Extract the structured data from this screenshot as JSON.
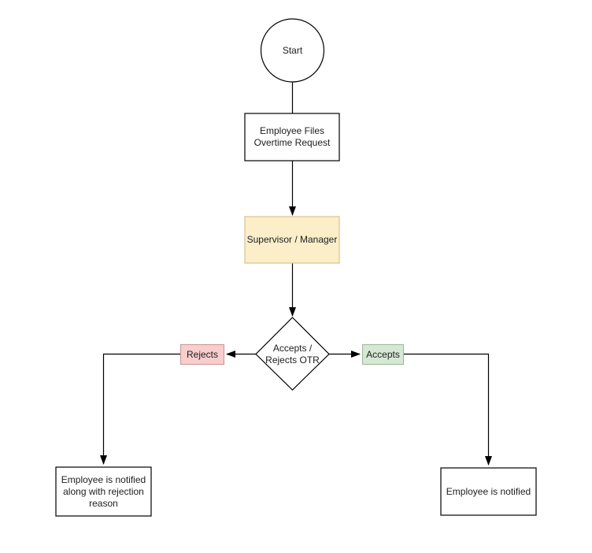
{
  "flowchart": {
    "nodes": {
      "start": {
        "label": "Start",
        "shape": "circle"
      },
      "file_request": {
        "label": "Employee Files Overtime Request",
        "shape": "rectangle"
      },
      "supervisor": {
        "label": "Supervisor / Manager",
        "shape": "rectangle"
      },
      "decision": {
        "label": "Accepts / Rejects OTR",
        "shape": "diamond"
      },
      "rejected_notice": {
        "label": "Employee is notified along with rejection reason",
        "shape": "rectangle"
      },
      "accepted_notice": {
        "label": "Employee is notified",
        "shape": "rectangle"
      }
    },
    "edge_labels": {
      "reject": "Rejects",
      "accept": "Accepts"
    },
    "colors": {
      "background": "#ffffff",
      "node_fill": "#ffffff",
      "node_border": "#000000",
      "connector": "#000000",
      "text": "#202020",
      "supervisor_fill": "#fbeec9",
      "supervisor_border": "#d8c38a",
      "reject_fill": "#f8cecc",
      "reject_border": "#c99593",
      "accept_fill": "#d5e8d4",
      "accept_border": "#9cb797"
    }
  }
}
